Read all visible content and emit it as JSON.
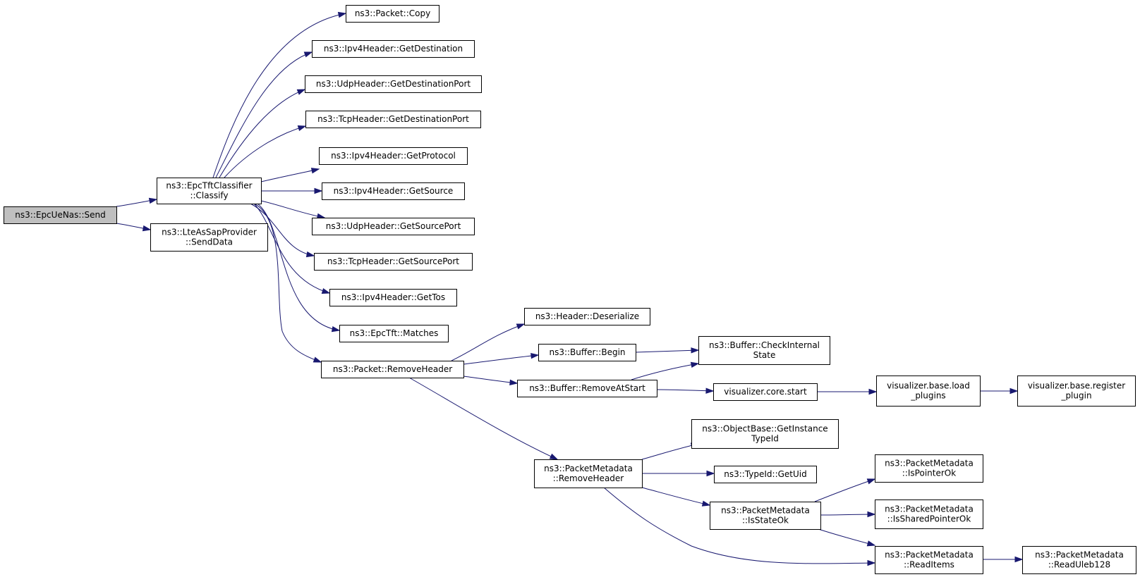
{
  "diagram": {
    "colors": {
      "edge": "#191970",
      "node_fill": "#ffffff",
      "root_fill": "#bfbfbf",
      "node_border": "#000000"
    },
    "nodes": [
      {
        "id": "epcuenas-send",
        "lines": [
          "ns3::EpcUeNas::Send"
        ],
        "root": true
      },
      {
        "id": "epctftclassifier-classify",
        "lines": [
          "ns3::EpcTftClassifier",
          "::Classify"
        ]
      },
      {
        "id": "lteassapprovider-senddata",
        "lines": [
          "ns3::LteAsSapProvider",
          "::SendData"
        ]
      },
      {
        "id": "packet-copy",
        "lines": [
          "ns3::Packet::Copy"
        ]
      },
      {
        "id": "ipv4header-getdestination",
        "lines": [
          "ns3::Ipv4Header::GetDestination"
        ]
      },
      {
        "id": "udpheader-getdestinationport",
        "lines": [
          "ns3::UdpHeader::GetDestinationPort"
        ]
      },
      {
        "id": "tcpheader-getdestinationport",
        "lines": [
          "ns3::TcpHeader::GetDestinationPort"
        ]
      },
      {
        "id": "ipv4header-getprotocol",
        "lines": [
          "ns3::Ipv4Header::GetProtocol"
        ]
      },
      {
        "id": "ipv4header-getsource",
        "lines": [
          "ns3::Ipv4Header::GetSource"
        ]
      },
      {
        "id": "udpheader-getsourceport",
        "lines": [
          "ns3::UdpHeader::GetSourcePort"
        ]
      },
      {
        "id": "tcpheader-getsourceport",
        "lines": [
          "ns3::TcpHeader::GetSourcePort"
        ]
      },
      {
        "id": "ipv4header-gettos",
        "lines": [
          "ns3::Ipv4Header::GetTos"
        ]
      },
      {
        "id": "epctft-matches",
        "lines": [
          "ns3::EpcTft::Matches"
        ]
      },
      {
        "id": "packet-removeheader",
        "lines": [
          "ns3::Packet::RemoveHeader"
        ]
      },
      {
        "id": "header-deserialize",
        "lines": [
          "ns3::Header::Deserialize"
        ]
      },
      {
        "id": "buffer-begin",
        "lines": [
          "ns3::Buffer::Begin"
        ]
      },
      {
        "id": "buffer-removeatstart",
        "lines": [
          "ns3::Buffer::RemoveAtStart"
        ]
      },
      {
        "id": "packetmetadata-removeheader",
        "lines": [
          "ns3::PacketMetadata",
          "::RemoveHeader"
        ]
      },
      {
        "id": "buffer-checkinternalstate",
        "lines": [
          "ns3::Buffer::CheckInternal",
          "State"
        ]
      },
      {
        "id": "visualizer-core-start",
        "lines": [
          "visualizer.core.start"
        ]
      },
      {
        "id": "visualizer-base-load-plugins",
        "lines": [
          "visualizer.base.load",
          "_plugins"
        ]
      },
      {
        "id": "visualizer-base-register-plugin",
        "lines": [
          "visualizer.base.register",
          "_plugin"
        ]
      },
      {
        "id": "objectbase-getinstancetypeid",
        "lines": [
          "ns3::ObjectBase::GetInstance",
          "TypeId"
        ]
      },
      {
        "id": "typeid-getuid",
        "lines": [
          "ns3::TypeId::GetUid"
        ]
      },
      {
        "id": "packetmetadata-isstateok",
        "lines": [
          "ns3::PacketMetadata",
          "::IsStateOk"
        ]
      },
      {
        "id": "packetmetadata-ispointerok",
        "lines": [
          "ns3::PacketMetadata",
          "::IsPointerOk"
        ]
      },
      {
        "id": "packetmetadata-issharedpointerok",
        "lines": [
          "ns3::PacketMetadata",
          "::IsSharedPointerOk"
        ]
      },
      {
        "id": "packetmetadata-readitems",
        "lines": [
          "ns3::PacketMetadata",
          "::ReadItems"
        ]
      },
      {
        "id": "packetmetadata-readuleb128",
        "lines": [
          "ns3::PacketMetadata",
          "::ReadUleb128"
        ]
      }
    ],
    "edges": [
      {
        "from": "epcuenas-send",
        "to": "epctftclassifier-classify"
      },
      {
        "from": "epcuenas-send",
        "to": "lteassapprovider-senddata"
      },
      {
        "from": "epctftclassifier-classify",
        "to": "packet-copy"
      },
      {
        "from": "epctftclassifier-classify",
        "to": "ipv4header-getdestination"
      },
      {
        "from": "epctftclassifier-classify",
        "to": "udpheader-getdestinationport"
      },
      {
        "from": "epctftclassifier-classify",
        "to": "tcpheader-getdestinationport"
      },
      {
        "from": "epctftclassifier-classify",
        "to": "ipv4header-getprotocol"
      },
      {
        "from": "epctftclassifier-classify",
        "to": "ipv4header-getsource"
      },
      {
        "from": "epctftclassifier-classify",
        "to": "udpheader-getsourceport"
      },
      {
        "from": "epctftclassifier-classify",
        "to": "tcpheader-getsourceport"
      },
      {
        "from": "epctftclassifier-classify",
        "to": "ipv4header-gettos"
      },
      {
        "from": "epctftclassifier-classify",
        "to": "epctft-matches"
      },
      {
        "from": "epctftclassifier-classify",
        "to": "packet-removeheader"
      },
      {
        "from": "packet-removeheader",
        "to": "header-deserialize"
      },
      {
        "from": "packet-removeheader",
        "to": "buffer-begin"
      },
      {
        "from": "packet-removeheader",
        "to": "buffer-removeatstart"
      },
      {
        "from": "packet-removeheader",
        "to": "packetmetadata-removeheader"
      },
      {
        "from": "buffer-begin",
        "to": "buffer-checkinternalstate"
      },
      {
        "from": "buffer-removeatstart",
        "to": "buffer-checkinternalstate"
      },
      {
        "from": "buffer-removeatstart",
        "to": "visualizer-core-start"
      },
      {
        "from": "visualizer-core-start",
        "to": "visualizer-base-load-plugins"
      },
      {
        "from": "visualizer-base-load-plugins",
        "to": "visualizer-base-register-plugin"
      },
      {
        "from": "packetmetadata-removeheader",
        "to": "objectbase-getinstancetypeid"
      },
      {
        "from": "packetmetadata-removeheader",
        "to": "typeid-getuid"
      },
      {
        "from": "packetmetadata-removeheader",
        "to": "packetmetadata-isstateok"
      },
      {
        "from": "packetmetadata-removeheader",
        "to": "packetmetadata-readitems"
      },
      {
        "from": "packetmetadata-isstateok",
        "to": "packetmetadata-ispointerok"
      },
      {
        "from": "packetmetadata-isstateok",
        "to": "packetmetadata-issharedpointerok"
      },
      {
        "from": "packetmetadata-isstateok",
        "to": "packetmetadata-readitems"
      },
      {
        "from": "packetmetadata-readitems",
        "to": "packetmetadata-readuleb128"
      }
    ]
  }
}
